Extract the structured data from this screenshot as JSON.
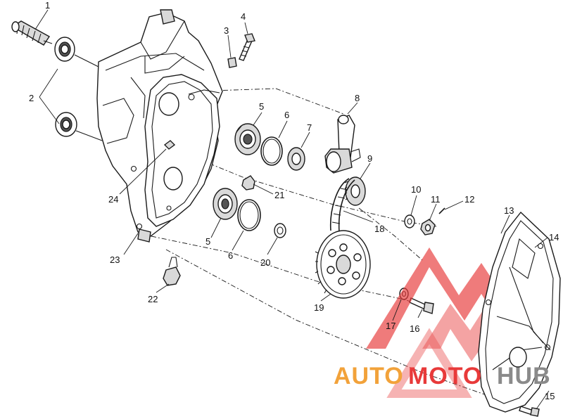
{
  "callouts": [
    {
      "id": "c1",
      "text": "1"
    },
    {
      "id": "c2",
      "text": "2"
    },
    {
      "id": "c3",
      "text": "3"
    },
    {
      "id": "c4",
      "text": "4"
    },
    {
      "id": "c5a",
      "text": "5"
    },
    {
      "id": "c5b",
      "text": "5"
    },
    {
      "id": "c6a",
      "text": "6"
    },
    {
      "id": "c6b",
      "text": "6"
    },
    {
      "id": "c7",
      "text": "7"
    },
    {
      "id": "c8",
      "text": "8"
    },
    {
      "id": "c9",
      "text": "9"
    },
    {
      "id": "c10",
      "text": "10"
    },
    {
      "id": "c11",
      "text": "11"
    },
    {
      "id": "c12",
      "text": "12"
    },
    {
      "id": "c13",
      "text": "13"
    },
    {
      "id": "c14",
      "text": "14"
    },
    {
      "id": "c15",
      "text": "15"
    },
    {
      "id": "c16",
      "text": "16"
    },
    {
      "id": "c17",
      "text": "17"
    },
    {
      "id": "c18",
      "text": "18"
    },
    {
      "id": "c19",
      "text": "19"
    },
    {
      "id": "c20",
      "text": "20"
    },
    {
      "id": "c21",
      "text": "21"
    },
    {
      "id": "c22",
      "text": "22"
    },
    {
      "id": "c23",
      "text": "23"
    },
    {
      "id": "c24",
      "text": "24"
    }
  ],
  "watermark": {
    "part1": "AUTO",
    "part2": "MOTO",
    "part3": "HUB",
    "color_red": "#e83a3a",
    "color_orange": "#f2a23a",
    "color_grey": "#8a8a8a"
  }
}
